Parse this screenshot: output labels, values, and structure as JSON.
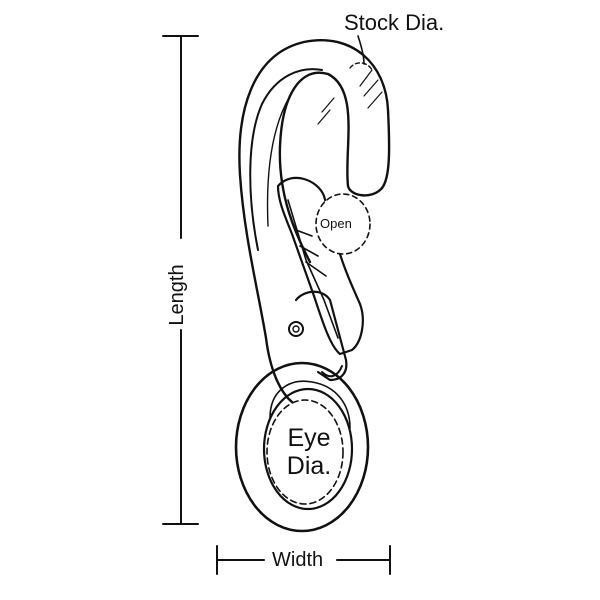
{
  "labels": {
    "stock_dia": "Stock Dia.",
    "length": "Length",
    "width": "Width",
    "open": "Open",
    "eye_dia_line1": "Eye",
    "eye_dia_line2": "Dia."
  },
  "colors": {
    "stroke": "#111111",
    "background": "#ffffff"
  }
}
